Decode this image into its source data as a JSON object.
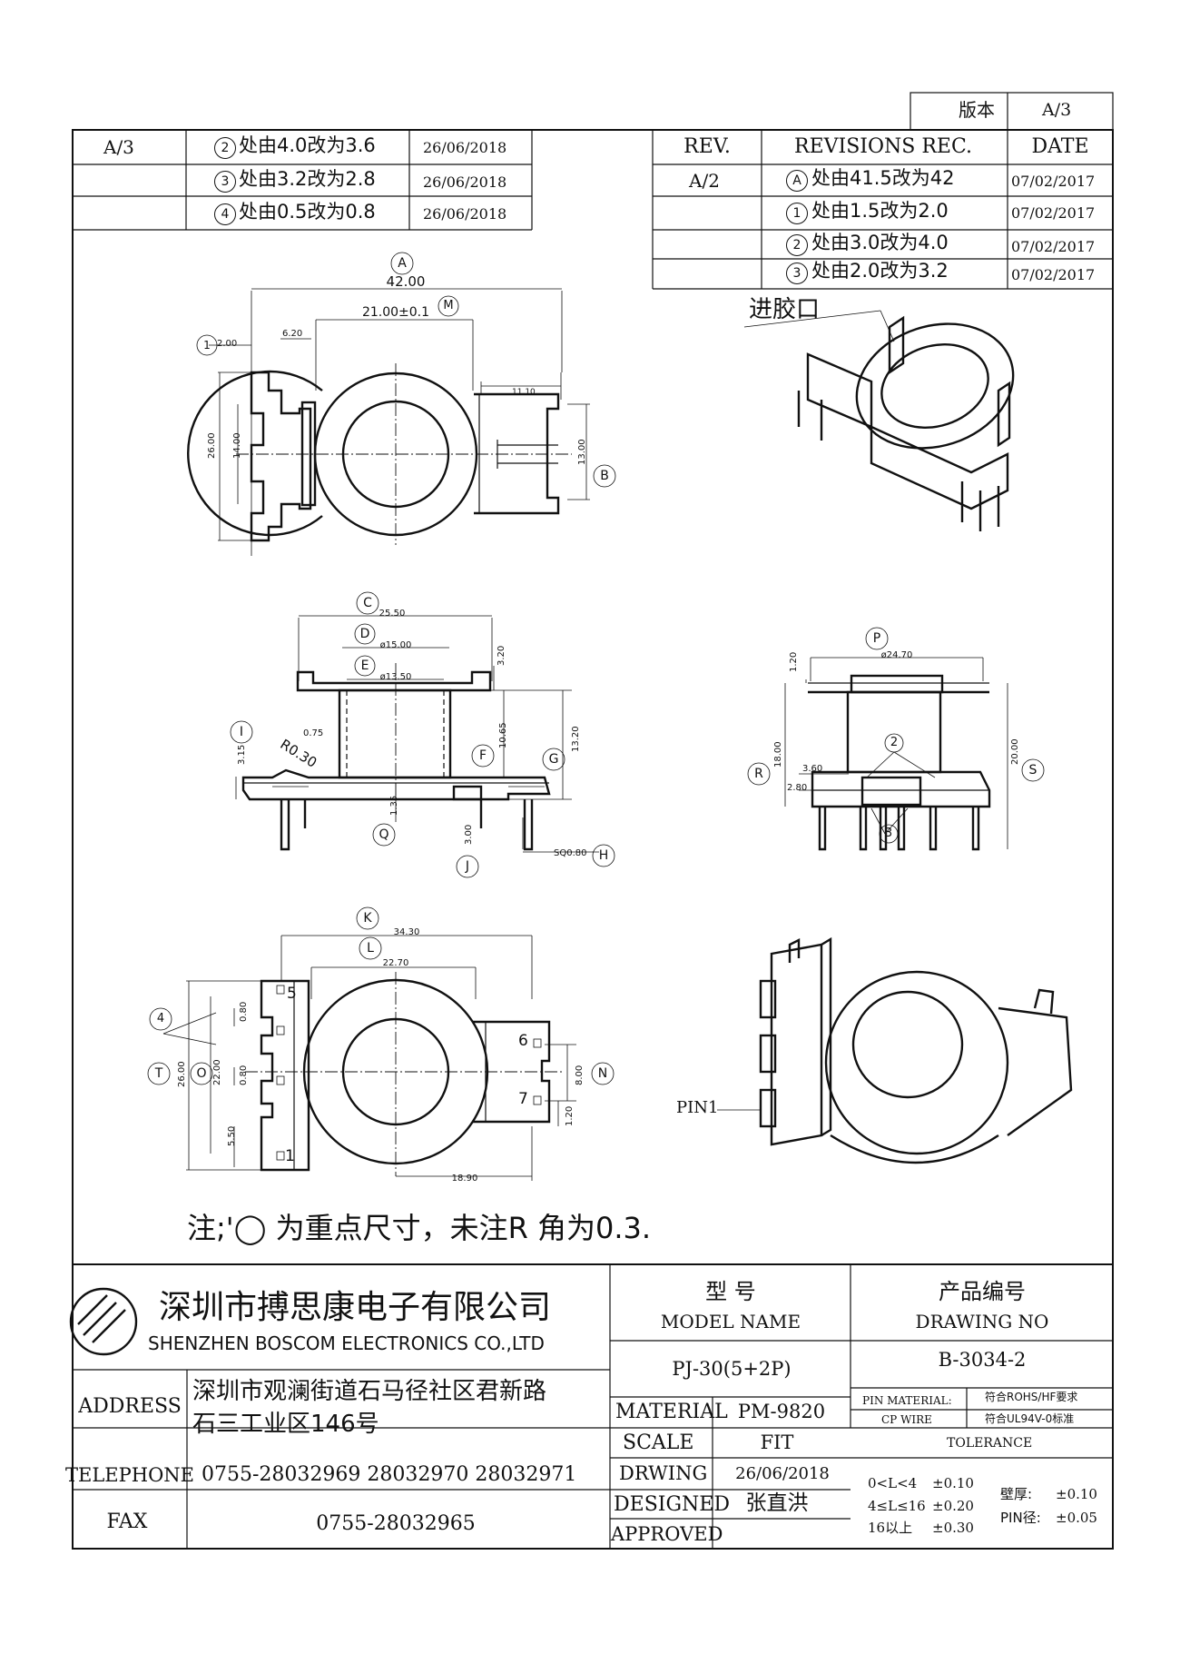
{
  "version_box": {
    "label": "版本",
    "value": "A/3"
  },
  "revisions_left": {
    "rev": "A/3",
    "rows": [
      {
        "mark": "2",
        "text": "处由4.0改为3.6",
        "date": "26/06/2018"
      },
      {
        "mark": "3",
        "text": "处由3.2改为2.8",
        "date": "26/06/2018"
      },
      {
        "mark": "4",
        "text": "处由0.5改为0.8",
        "date": "26/06/2018"
      }
    ]
  },
  "revisions_right": {
    "headers": {
      "rev": "REV.",
      "rec": "REVISIONS  REC.",
      "date": "DATE"
    },
    "rev": "A/2",
    "rows": [
      {
        "mark": "A",
        "text": "处由41.5改为42",
        "date": "07/02/2017"
      },
      {
        "mark": "1",
        "text": "处由1.5改为2.0",
        "date": "07/02/2017"
      },
      {
        "mark": "2",
        "text": "处由3.0改为4.0",
        "date": "07/02/2017"
      },
      {
        "mark": "3",
        "text": "处由2.0改为3.2",
        "date": "07/02/2017"
      }
    ]
  },
  "views": {
    "top_view": {
      "dims": {
        "A": "42.00",
        "M": "21.00±0.1",
        "d1": "2.00",
        "d620": "6.20",
        "d1110": "11.10",
        "d26": "26.00",
        "d14": "14.00",
        "B": "13.00"
      },
      "bubbles": {
        "A": "A",
        "M": "M",
        "one": "1",
        "B": "B"
      }
    },
    "front_view": {
      "dims": {
        "C": "25.50",
        "D": "ø15.00",
        "E": "ø13.50",
        "d320": "3.20",
        "d075": "0.75",
        "R": "R0.30",
        "d315": "3.15",
        "d1065": "10.65",
        "G": "13.20",
        "d135": "1.35",
        "J": "3.00",
        "H": "SQ0.80"
      },
      "bubbles": {
        "C": "C",
        "D": "D",
        "E": "E",
        "I": "I",
        "F": "F",
        "G": "G",
        "Q": "Q",
        "J": "J",
        "H": "H"
      }
    },
    "side_view": {
      "dims": {
        "P": "ø24.70",
        "d120": "1.20",
        "R": "18.00",
        "S": "20.00",
        "d360": "3.60",
        "d280": "2.80"
      },
      "bubbles": {
        "P": "P",
        "R": "R",
        "S": "S",
        "two": "2",
        "three": "3"
      }
    },
    "bottom_view": {
      "dims": {
        "K": "34.30",
        "L": "22.70",
        "T": "26.00",
        "O": "22.00",
        "d080a": "0.80",
        "d080b": "0.80",
        "d550": "5.50",
        "N": "8.00",
        "d120": "1.20",
        "d1890": "18.90"
      },
      "bubbles": {
        "K": "K",
        "L": "L",
        "T": "T",
        "O": "O",
        "N": "N",
        "four": "4"
      },
      "pins": {
        "p5": "5",
        "p1": "1",
        "p6": "6",
        "p7": "7"
      }
    },
    "iso_top": {
      "label": "进胶口"
    },
    "iso_bottom": {
      "label": "PIN1"
    }
  },
  "note": "注;'◯ 为重点尺寸，未注R 角为0.3.",
  "title_block": {
    "company_cn": "深圳市搏思康电子有限公司",
    "company_en": "SHENZHEN  BOSCOM  ELECTRONICS  CO.,LTD",
    "model_label_cn": "型      号",
    "model_label_en": "MODEL  NAME",
    "model_value": "PJ-30(5+2P)",
    "drawing_label_cn": "产品编号",
    "drawing_label_en": "DRAWING  NO",
    "drawing_value": "B-3034-2",
    "address_label": "ADDRESS",
    "address_line1": "深圳市观澜街道石马径社区君新路",
    "address_line2": "石三工业区146号",
    "telephone_label": "TELEPHONE",
    "telephone_value": "0755-28032969  28032970  28032971",
    "fax_label": "FAX",
    "fax_value": "0755-28032965",
    "material_label": "MATERIAL",
    "material_value": "PM-9820",
    "scale_label": "SCALE",
    "scale_value": "FIT",
    "drawing_date_label": "DRWING",
    "drawing_date_value": "26/06/2018",
    "designed_label": "DESIGNED",
    "designed_value": "张直洪",
    "approved_label": "APPROVED",
    "pin_material_label": "PIN MATERIAL:",
    "pin_material_value": "符合ROHS/HF要求",
    "cp_wire_label": "CP WIRE",
    "cp_wire_value": "符合UL94V-0标准",
    "tolerance_label": "TOLERANCE",
    "tol_rows": [
      {
        "range": "0<L<4",
        "value": "±0.10"
      },
      {
        "range": "4≤L≤16",
        "value": "±0.20"
      },
      {
        "range": "16以上",
        "value": "±0.30"
      }
    ],
    "wall_label": "壁厚:",
    "wall_value": "±0.10",
    "pin_dia_label": "PIN径:",
    "pin_dia_value": "±0.05"
  }
}
